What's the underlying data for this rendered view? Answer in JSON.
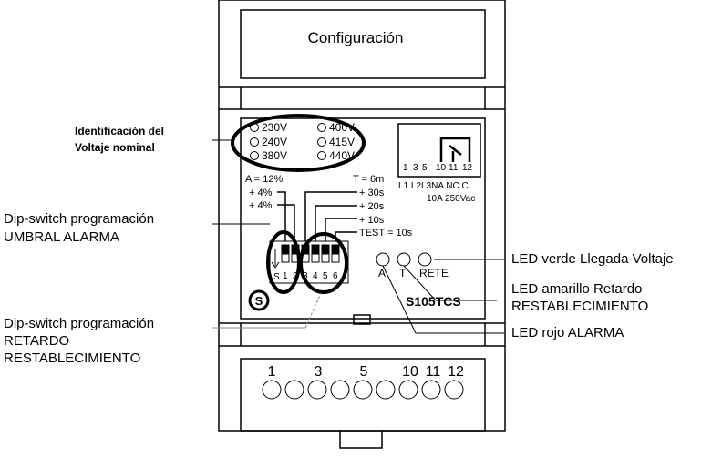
{
  "device": {
    "title": "Configuración",
    "model": "S105TCS",
    "logo_letter": "S",
    "voltages": [
      "230V",
      "400V",
      "240V",
      "415V",
      "380V",
      "440V"
    ],
    "relay_pins": [
      "1",
      "3",
      "5",
      "10",
      "11",
      "12"
    ],
    "relay_terminals": "L1 L2L3NA NC C",
    "relay_rating": "10A 250Vac",
    "alarm_base": "A = 12%",
    "alarm_steps": [
      "+ 4%",
      "+ 4%"
    ],
    "time_base": "T = 6m",
    "time_steps": [
      "+ 30s",
      "+ 20s",
      "+ 10s"
    ],
    "time_test": "TEST = 10s",
    "dip_numbers": [
      "1",
      "2",
      "3",
      "4",
      "5",
      "6"
    ],
    "dip_mark": "S",
    "led_labels": [
      "A",
      "T",
      "RETE"
    ],
    "terminal_numbers": [
      "1",
      "3",
      "5",
      "10",
      "11",
      "12"
    ]
  },
  "annotations": {
    "voltage_id": [
      "Identificación del",
      "Voltaje nominal"
    ],
    "dip_alarm": [
      "Dip-switch programación",
      "UMBRAL ALARMA"
    ],
    "dip_delay": [
      "Dip-switch programación",
      "RETARDO",
      "RESTABLECIMIENTO"
    ],
    "led_green": "LED verde  Llegada Voltaje",
    "led_yellow": [
      "LED amarillo  Retardo",
      "RESTABLECIMIENTO"
    ],
    "led_red": "LED rojo  ALARMA"
  }
}
